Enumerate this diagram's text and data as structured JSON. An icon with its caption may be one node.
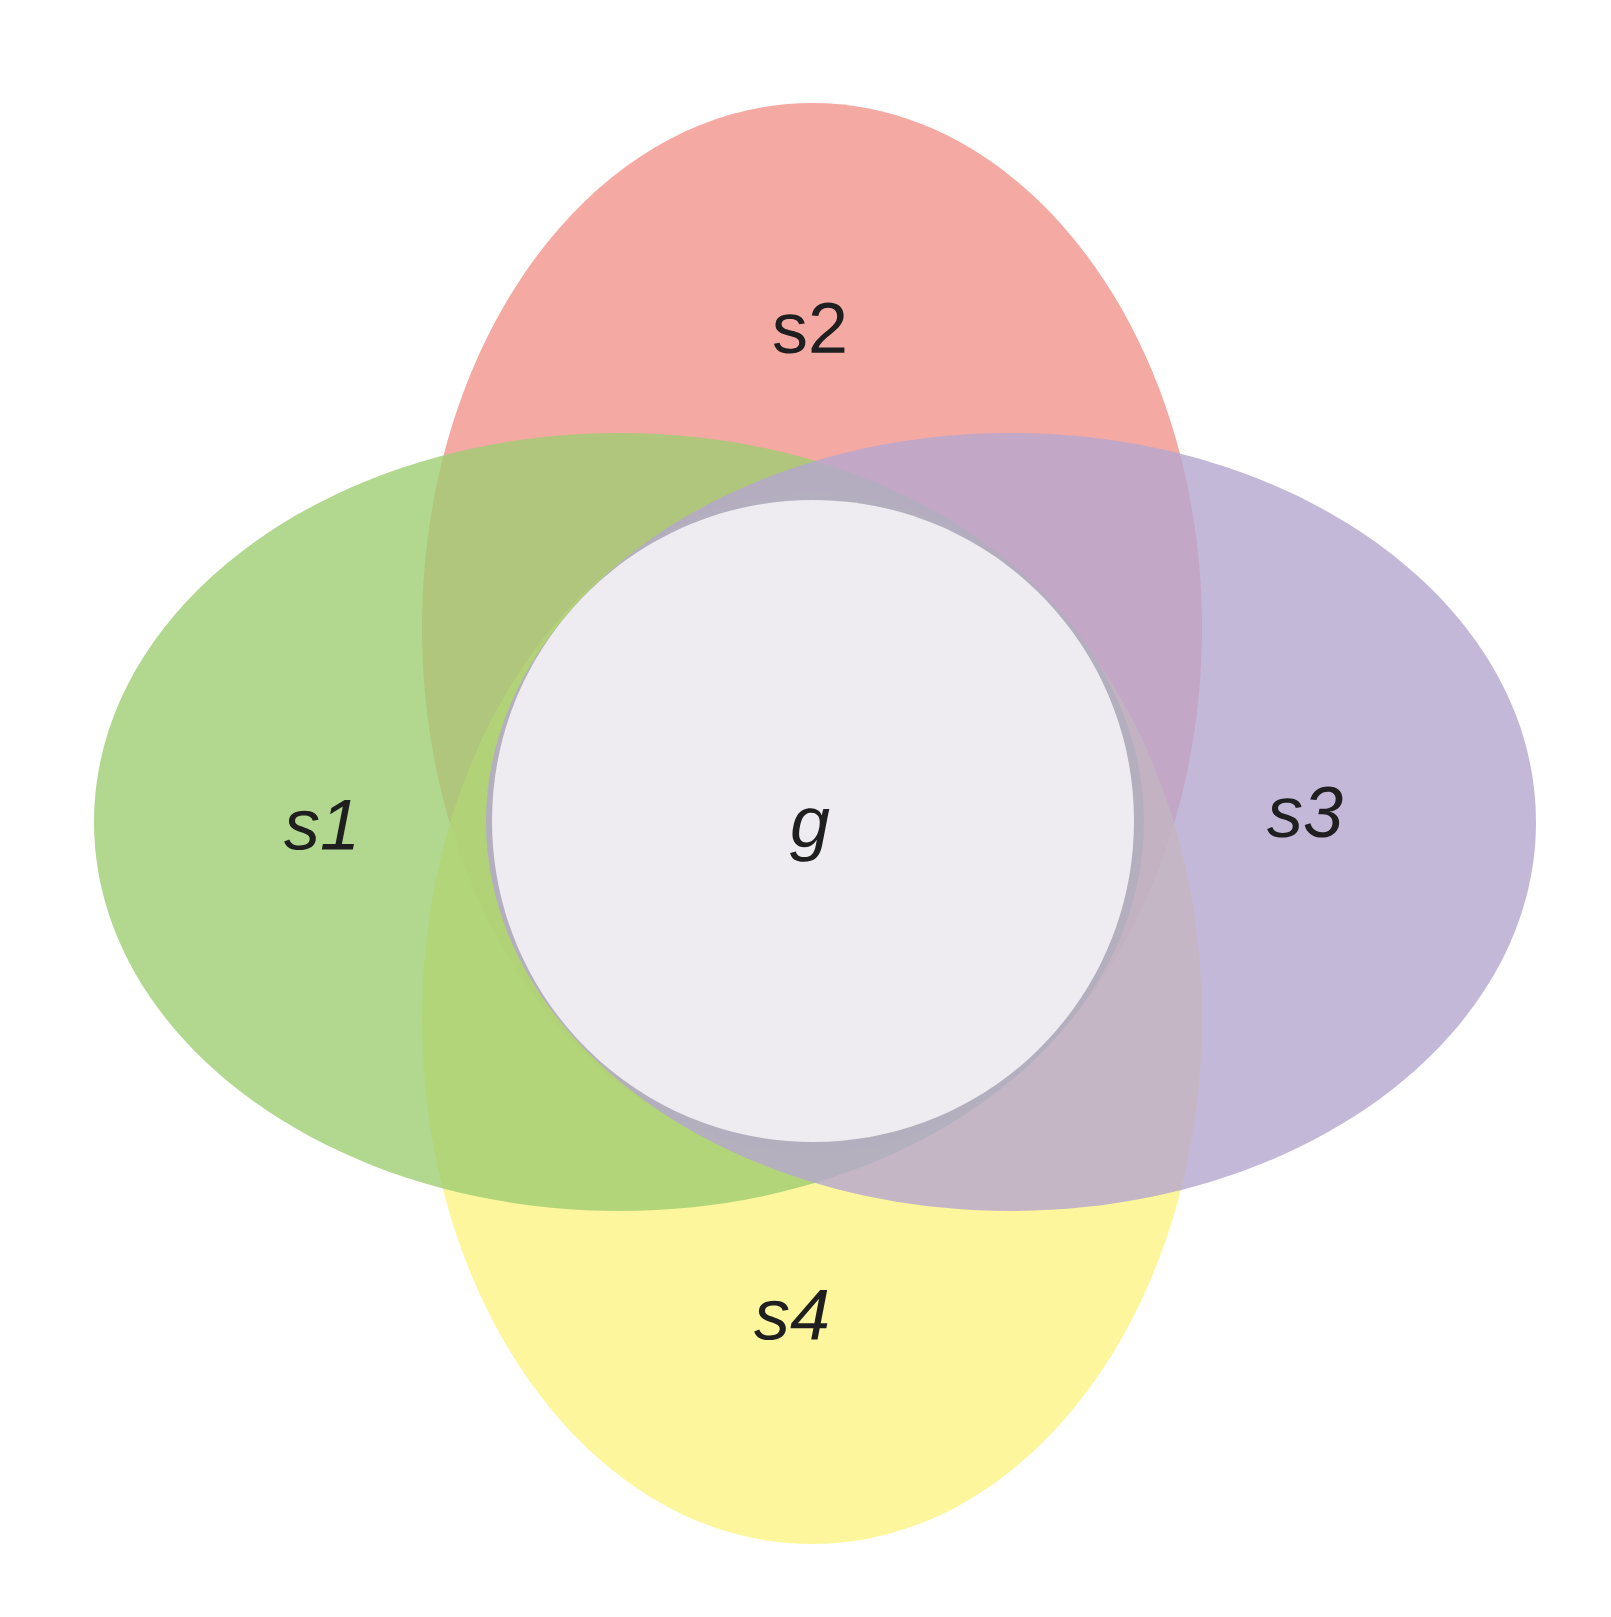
{
  "diagram": {
    "nodes": [
      {
        "text": [
          "s1"
        ]
      },
      {
        "text": [
          "s2"
        ]
      },
      {
        "text": [
          "s3"
        ]
      },
      {
        "text": [
          "s4"
        ]
      },
      {
        "text": [
          "g"
        ]
      }
    ]
  }
}
